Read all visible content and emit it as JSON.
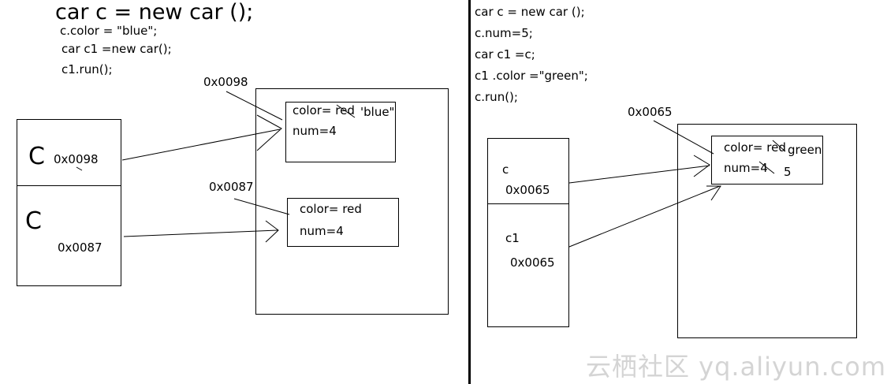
{
  "left": {
    "title": "car c = new car ();",
    "code": [
      "c.color = \"blue\";",
      "car c1 =new car();",
      "c1.run();"
    ],
    "stack": {
      "var1": "C",
      "addr1": "0x0098",
      "var2": "C",
      "addr2": "0x0087"
    },
    "obj1": {
      "addr": "0x0098",
      "color_line": "color= red",
      "new_value": "'blue\"",
      "num_line": "num=4"
    },
    "obj2": {
      "addr": "0x0087",
      "color_line": "color= red",
      "num_line": "num=4"
    }
  },
  "right": {
    "code": [
      "car c = new car ();",
      "c.num=5;",
      "car c1 =c;",
      "c1 .color =\"green\";",
      "c.run();"
    ],
    "stack": {
      "var1": "c",
      "addr1": "0x0065",
      "var2": "c1",
      "addr2": "0x0065"
    },
    "obj": {
      "addr": "0x0065",
      "color_line": "color= red",
      "new_color": "green",
      "num_line": "num=4",
      "new_num": "5"
    }
  },
  "watermark": "云栖社区 yq.aliyun.com"
}
